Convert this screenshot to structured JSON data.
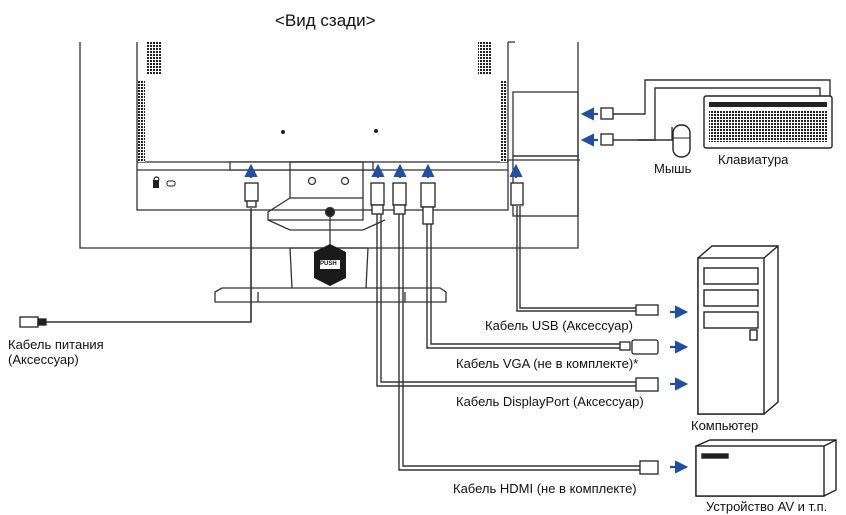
{
  "title": "<Вид сзади>",
  "labels": {
    "power_cable_line1": "Кабель питания",
    "power_cable_line2": "(Аксессуар)",
    "usb_cable": "Кабель USB (Аксессуар)",
    "vga_cable": "Кабель VGA (не в комплекте)*",
    "displayport_cable": "Кабель DisplayPort (Аксессуар)",
    "hdmi_cable": "Кабель HDMI (не в комплекте)",
    "mouse": "Мышь",
    "keyboard": "Клавиатура",
    "computer": "Компьютер",
    "av_device": "Устройство AV и т.п.",
    "push_button": "PUSH"
  },
  "colors": {
    "arrow": "#1f4fa3",
    "line": "#3a3a3a",
    "speaker": "#2a2a2a"
  }
}
